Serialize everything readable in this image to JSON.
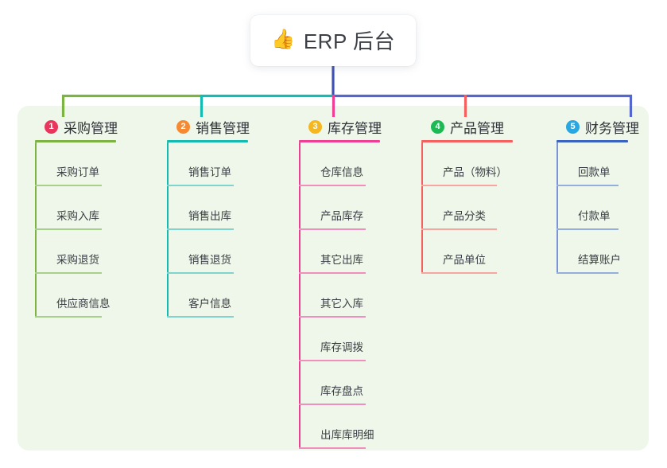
{
  "root": {
    "icon": "thumbs-up-icon",
    "emoji": "👍",
    "title": "ERP 后台"
  },
  "panel": {
    "background": "#eef7e9"
  },
  "branches": [
    {
      "number": "1",
      "title": "采购管理",
      "badge_color": "#E8365C",
      "rule_color": "#7CB342",
      "leaf_color": "#A7D08C",
      "connector_color": "#7CB342",
      "items": [
        {
          "label": "采购订单"
        },
        {
          "label": "采购入库"
        },
        {
          "label": "采购退货"
        },
        {
          "label": "供应商信息"
        }
      ]
    },
    {
      "number": "2",
      "title": "销售管理",
      "badge_color": "#F58A33",
      "rule_color": "#14BBB0",
      "leaf_color": "#7FD4CE",
      "connector_color": "#14BBB0",
      "items": [
        {
          "label": "销售订单"
        },
        {
          "label": "销售出库"
        },
        {
          "label": "销售退货"
        },
        {
          "label": "客户信息"
        }
      ]
    },
    {
      "number": "3",
      "title": "库存管理",
      "badge_color": "#F5B720",
      "rule_color": "#EE3F95",
      "leaf_color": "#F08FBE",
      "connector_color": "#EE3F95",
      "items": [
        {
          "label": "仓库信息"
        },
        {
          "label": "产品库存"
        },
        {
          "label": "其它出库"
        },
        {
          "label": "其它入库"
        },
        {
          "label": "库存调拨"
        },
        {
          "label": "库存盘点"
        },
        {
          "label": "出库库明细"
        }
      ]
    },
    {
      "number": "4",
      "title": "产品管理",
      "badge_color": "#1DB954",
      "rule_color": "#F5605E",
      "leaf_color": "#F7A5A0",
      "connector_color": "#F5605E",
      "items": [
        {
          "label": "产品（物料）"
        },
        {
          "label": "产品分类"
        },
        {
          "label": "产品单位"
        }
      ]
    },
    {
      "number": "5",
      "title": "财务管理",
      "badge_color": "#29A7E1",
      "rule_color": "#3A62C0",
      "leaf_color": "#94AEDE",
      "connector_color": "#7C93D6",
      "items": [
        {
          "label": "回款单"
        },
        {
          "label": "付款单"
        },
        {
          "label": "结算账户"
        }
      ]
    }
  ],
  "bus": {
    "stem_color": "#3F51B5",
    "segments": [
      {
        "color": "#7CB342"
      },
      {
        "color": "#14BBB0"
      },
      {
        "color": "#5566CC"
      }
    ]
  }
}
